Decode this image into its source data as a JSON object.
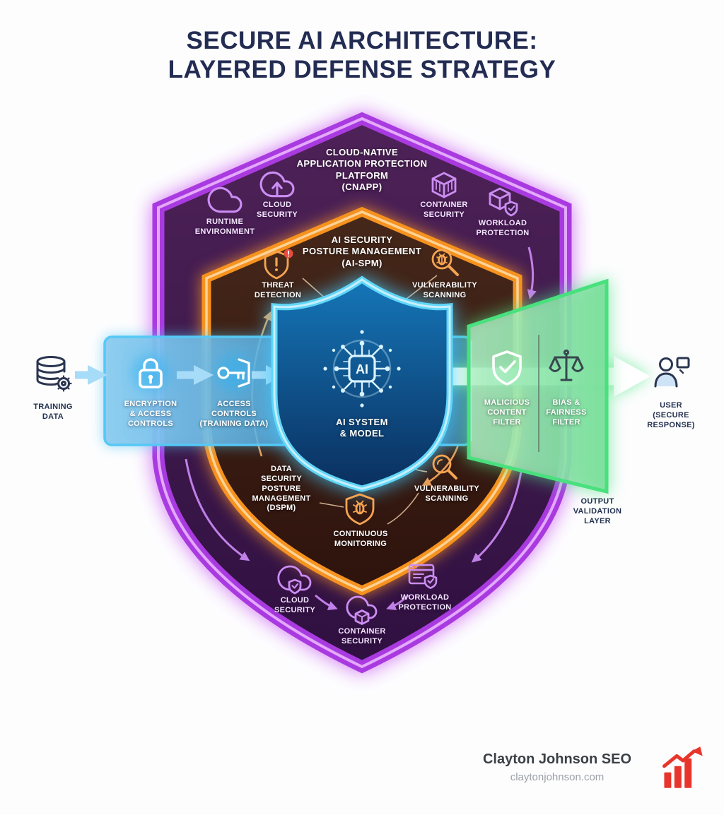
{
  "title": "SECURE AI ARCHITECTURE:\nLAYERED DEFENSE STRATEGY",
  "cnapp": {
    "title": "CLOUD-NATIVE\nAPPLICATION PROTECTION\nPLATFORM\n(CNAPP)",
    "runtime_environment": "RUNTIME\nENVIRONMENT",
    "cloud_security_top": "CLOUD\nSECURITY",
    "container_security_top": "CONTAINER\nSECURITY",
    "workload_protection_top": "WORKLOAD\nPROTECTION",
    "cloud_security_bottom": "CLOUD\nSECURITY",
    "container_security_bottom": "CONTAINER\nSECURITY",
    "workload_protection_bottom": "WORKLOAD\nPROTECTION"
  },
  "ai_spm": {
    "title": "AI SECURITY\nPOSTURE MANAGEMENT\n(AI-SPM)",
    "threat_detection": "THREAT\nDETECTION",
    "vulnerability_scanning_top": "VULNERABILITY\nSCANNING",
    "dspm": "DATA\nSECURITY\nPOSTURE\nMANAGEMENT\n(DSPM)",
    "continuous_monitoring": "CONTINUOUS\nMONITORING",
    "vulnerability_scanning_bottom": "VULNERABILITY\nSCANNING"
  },
  "core": {
    "chip": "AI",
    "label": "AI SYSTEM\n& MODEL"
  },
  "pipeline": {
    "training_data": "TRAINING\nDATA",
    "encryption": "ENCRYPTION\n& ACCESS\nCONTROLS",
    "access_controls": "ACCESS\nCONTROLS\n(TRAINING DATA)",
    "malicious_content_filter": "MALICIOUS\nCONTENT\nFILTER",
    "bias_fairness_filter": "BIAS &\nFAIRNESS\nFILTER",
    "output_validation": "OUTPUT\nVALIDATION\nLAYER",
    "user": "USER\n(SECURE\nRESPONSE)"
  },
  "footer": {
    "brand": "Clayton Johnson SEO",
    "website": "claytonjohnson.com"
  },
  "colors": {
    "purple": "#a93ae0",
    "orange": "#f6921e",
    "blue": "#29b1ee",
    "green": "#49e07e",
    "navy": "#232c52",
    "red": "#e8352b"
  },
  "icons": {
    "training_data": "database-gear-icon",
    "encryption": "padlock-icon",
    "access_controls": "key-door-icon",
    "ai_core": "ai-brain-chip-icon",
    "malicious_content_filter": "shield-check-icon",
    "bias_fairness_filter": "scales-icon",
    "user": "person-screen-icon",
    "runtime_environment": "cloud-icon",
    "cloud_security_top": "cloud-upload-icon",
    "container_security_top": "container-cube-icon",
    "workload_protection_top": "cube-shield-icon",
    "threat_detection": "shield-alert-icon",
    "vulnerability_scanning": "magnifier-bug-icon",
    "continuous_monitoring": "shield-bug-icon",
    "cloud_security_bottom": "cloud-shield-icon",
    "container_security_bottom": "cloud-container-icon",
    "workload_protection_bottom": "browser-shield-icon",
    "brand_logo": "growth-chart-icon"
  }
}
